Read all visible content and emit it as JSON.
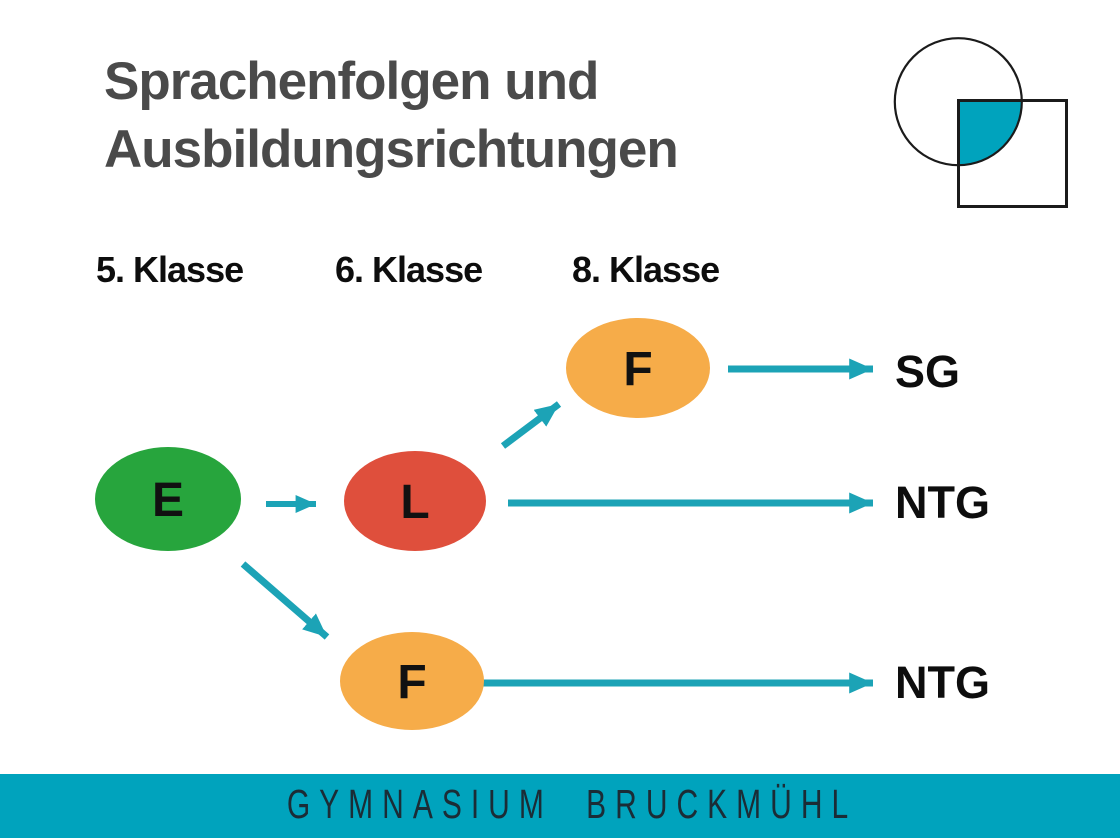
{
  "title": {
    "line1": "Sprachenfolgen und",
    "line2": "Ausbildungsrichtungen"
  },
  "columns": [
    {
      "label": "5. Klasse"
    },
    {
      "label": "6. Klasse"
    },
    {
      "label": "8. Klasse"
    }
  ],
  "nodes": [
    {
      "id": "E",
      "label": "E",
      "color": "#27A53D",
      "column": "5. Klasse"
    },
    {
      "id": "L",
      "label": "L",
      "color": "#DF4F3C",
      "column": "6. Klasse"
    },
    {
      "id": "F-upper",
      "label": "F",
      "color": "#F6AC49",
      "column": "8. Klasse"
    },
    {
      "id": "F-lower",
      "label": "F",
      "color": "#F6AC49",
      "column": "6. Klasse"
    }
  ],
  "tracks": [
    {
      "id": "track-sg",
      "label": "SG"
    },
    {
      "id": "track-ntg-middle",
      "label": "NTG"
    },
    {
      "id": "track-ntg-lower",
      "label": "NTG"
    }
  ],
  "edges": [
    {
      "from": "E",
      "to": "L"
    },
    {
      "from": "L",
      "to": "F-upper"
    },
    {
      "from": "E",
      "to": "F-lower"
    },
    {
      "from": "F-upper",
      "to": "track-sg"
    },
    {
      "from": "L",
      "to": "track-ntg-middle"
    },
    {
      "from": "F-lower",
      "to": "track-ntg-lower"
    }
  ],
  "footer": {
    "school_name": "GYMNASIUM BRUCKMÜHL"
  },
  "colors": {
    "brand_teal": "#00A3BD",
    "arrow_teal": "#1CA3B6",
    "node_green": "#27A53D",
    "node_red": "#DF4F3C",
    "node_orange": "#F6AC49",
    "title_gray": "#4A4A4A",
    "footer_text": "#1B2C36",
    "logo_stroke": "#1B1B1B"
  }
}
